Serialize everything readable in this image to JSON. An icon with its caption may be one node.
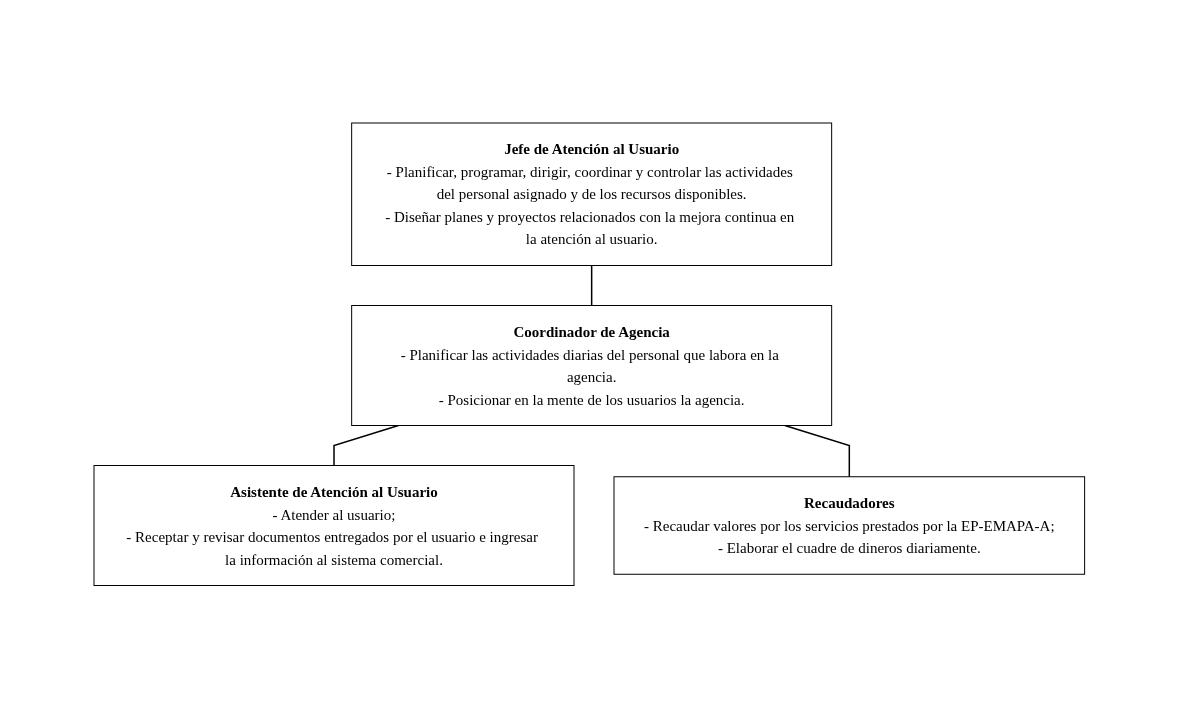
{
  "diagram": {
    "nodes": [
      {
        "text": [
          "Jefe de Atención al Usuario",
          "- Planificar, programar, dirigir, coordinar y controlar las actividades del personal asignado y de los recursos disponibles.",
          "- Diseñar planes y proyectos relacionados con la mejora continua en la atención al usuario."
        ]
      },
      {
        "text": [
          "Coordinador de Agencia",
          "- Planificar las actividades diarias del personal que labora en la agencia.",
          "- Posicionar en la mente de los usuarios la agencia."
        ]
      },
      {
        "text": [
          "Asistente de Atención al Usuario",
          "- Atender al usuario;",
          "- Receptar y revisar documentos entregados por el usuario e ingresar la información al sistema comercial."
        ]
      },
      {
        "text": [
          "Recaudadores",
          "- Recaudar valores por los servicios prestados por la EP-EMAPA-A;",
          "- Elaborar el cuadre de dineros diariamente."
        ]
      }
    ],
    "edges": [
      {
        "from": 0,
        "to": 1,
        "arrow": "none"
      },
      {
        "from": 1,
        "to": 2,
        "arrow": "none"
      },
      {
        "from": 1,
        "to": 3,
        "arrow": "none"
      }
    ]
  }
}
